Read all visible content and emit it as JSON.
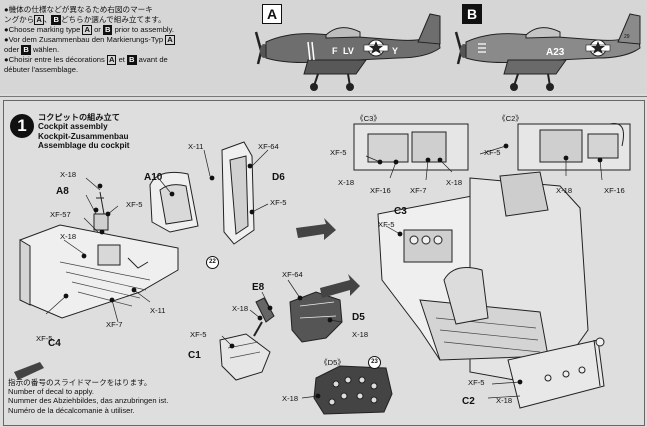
{
  "marking_notes": {
    "ja_line1": "●機体の仕様などが異なるため右図のマーキ",
    "ja_line2_pre": "ングから",
    "ja_line2_mid": "、",
    "ja_line2_post": "どちらか選んで組み立てます。",
    "en_pre": "●Choose marking type",
    "en_or": "or",
    "en_post": "prior to assembly.",
    "de_line1_pre": "●Vor dem Zusammenbau den Markierungs-Typ",
    "de_line2_pre": "oder",
    "de_line2_post": "wählen.",
    "fr_line1_pre": "●Choisir entre les décorations",
    "fr_et": "et",
    "fr_line1_post": "avant de",
    "fr_line2": "débuter l'assemblage."
  },
  "variants": [
    {
      "tag": "A",
      "fuselage_code": "F",
      "fuselage_letters": "LV",
      "fuselage_letter2": "Y"
    },
    {
      "tag": "B",
      "fuselage_code": "A23",
      "serial": "29"
    }
  ],
  "step": {
    "number": "1",
    "title_ja": "コクピットの組み立て",
    "title_en": "Cockpit assembly",
    "title_de": "Kockpit-Zusammenbau",
    "title_fr": "Assemblage du cockpit"
  },
  "labels": {
    "c3_inset": "《C3》",
    "c2_inset": "《C2》",
    "d5_inset": "《D5》",
    "x11": "X-11",
    "xf64": "XF-64",
    "x18": "X-18",
    "xf5": "XF-5",
    "xf57": "XF-57",
    "xf7": "XF-7",
    "xf16": "XF-16",
    "a8": "A8",
    "a10": "A10",
    "d6": "D6",
    "c4": "C4",
    "e8": "E8",
    "d5": "D5",
    "c1": "C1",
    "c3": "C3",
    "c2": "C2"
  },
  "decals": {
    "seat": "22",
    "panel": "23"
  },
  "legend": {
    "ja": "指示の番号のスライドマークをはります。",
    "en": "Number of decal to apply.",
    "de": "Nummer des Abziehbildes, das anzubringen ist.",
    "fr": "Numéro de la décalcomanie à utiliser."
  }
}
